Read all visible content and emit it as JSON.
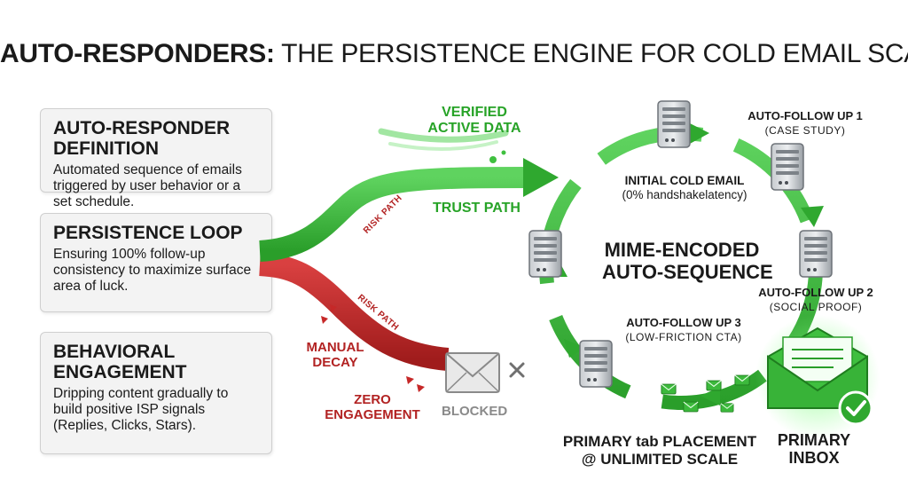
{
  "title": {
    "bold": "AUTO-RESPONDERS:",
    "rest": " THE PERSISTENCE ENGINE FOR COLD EMAIL SCALE"
  },
  "cards": [
    {
      "heading": "AUTO-RESPONDER DEFINITION",
      "body": "Automated sequence of emails triggered by user behavior or a set schedule."
    },
    {
      "heading": "PERSISTENCE LOOP",
      "body": "Ensuring 100% follow-up consistency to maximize surface area of luck."
    },
    {
      "heading": "BEHAVIORAL ENGAGEMENT",
      "body": "Dripping content gradually to build positive ISP signals (Replies, Clicks, Stars)."
    }
  ],
  "paths": {
    "verified_line1": "VERIFIED",
    "verified_line2": "ACTIVE DATA",
    "trust": "TRUST PATH",
    "risk1": "RISK PATH",
    "risk2": "RISK PATH",
    "manual_line1": "MANUAL",
    "manual_line2": "DECAY",
    "zero_line1": "ZERO",
    "zero_line2": "ENGAGEMENT",
    "blocked": "BLOCKED"
  },
  "sequence": {
    "center_line1": "MIME-ENCODED",
    "center_line2": "AUTO-SEQUENCE",
    "initial": "INITIAL COLD EMAIL",
    "initial_sub": "(0% handshakelatency)",
    "follow1": "AUTO-FOLLOW UP 1",
    "follow1_sub": "(CASE STUDY)",
    "follow2": "AUTO-FOLLOW UP 2",
    "follow2_sub": "(SOCIAL PROOF)",
    "follow3": "AUTO-FOLLOW UP 3",
    "follow3_sub": "(LOW-FRICTION CTA)",
    "placement_line1": "PRIMARY tab PLACEMENT",
    "placement_line2": "@ UNLIMITED SCALE",
    "inbox_line1": "PRIMARY",
    "inbox_line2": "INBOX"
  },
  "colors": {
    "green": "#33b233",
    "red": "#c62828",
    "server": "#9aa0a6"
  }
}
